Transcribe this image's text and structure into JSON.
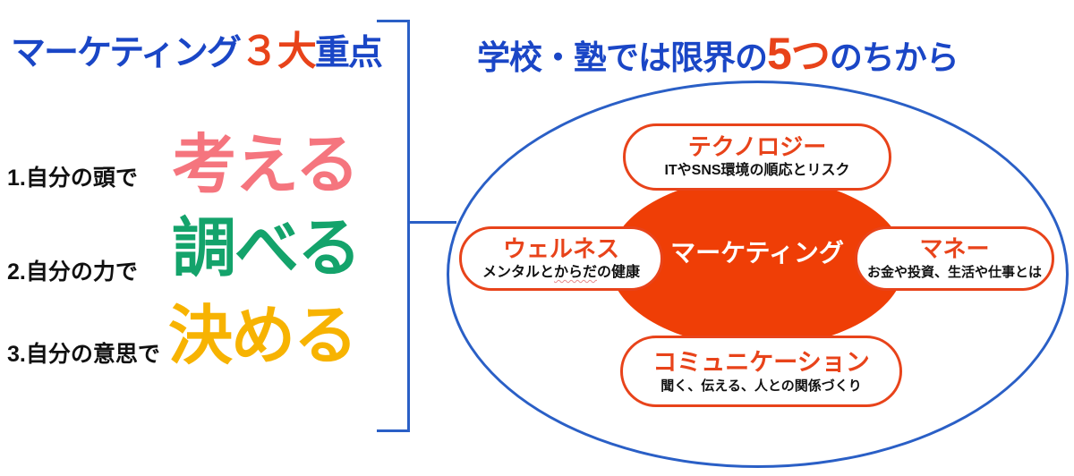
{
  "left_panel": {
    "title": {
      "part1_blue": "マーケティング",
      "part2_orange": "３大",
      "part3_blue": "重点"
    },
    "items": [
      {
        "number_label": "1.自分の頭で",
        "word": "考える",
        "word_color": "#F5757E"
      },
      {
        "number_label": "2.自分の力で",
        "word": "調べる",
        "word_color": "#14A36B"
      },
      {
        "number_label": "3.自分の意思で",
        "word": "決める",
        "word_color": "#F7B301"
      }
    ]
  },
  "right_panel": {
    "title": {
      "part1_blue": "学校・塾では限界の",
      "part2_orange_big": "5",
      "part3_orange": "つ",
      "part4_blue": "のちから"
    },
    "center_label": "マーケティング",
    "pills": {
      "top": {
        "title": "テクノロジー",
        "subtitle": "ITやSNS環境の順応とリスク"
      },
      "left": {
        "title": "ウェルネス",
        "subtitle_pre": "メンタルと",
        "subtitle_wavy": "からだ",
        "subtitle_post": "の健康"
      },
      "right": {
        "title": "マネー",
        "subtitle": "お金や投資、生活や仕事とは"
      },
      "bottom": {
        "title": "コミュニケーション",
        "subtitle": "聞く、伝える、人との関係づくり"
      }
    }
  },
  "colors": {
    "title_blue": "#1A46C6",
    "bracket_blue": "#2A5FC6",
    "accent_orange": "#E8431A",
    "ellipse_fill_orange": "#EF3E06",
    "pill_border_orange": "#E8431A",
    "word_pink": "#F5757E",
    "word_green": "#14A36B",
    "word_yellow": "#F7B301",
    "text_black": "#111111",
    "center_text_white": "#FFFFFF"
  }
}
